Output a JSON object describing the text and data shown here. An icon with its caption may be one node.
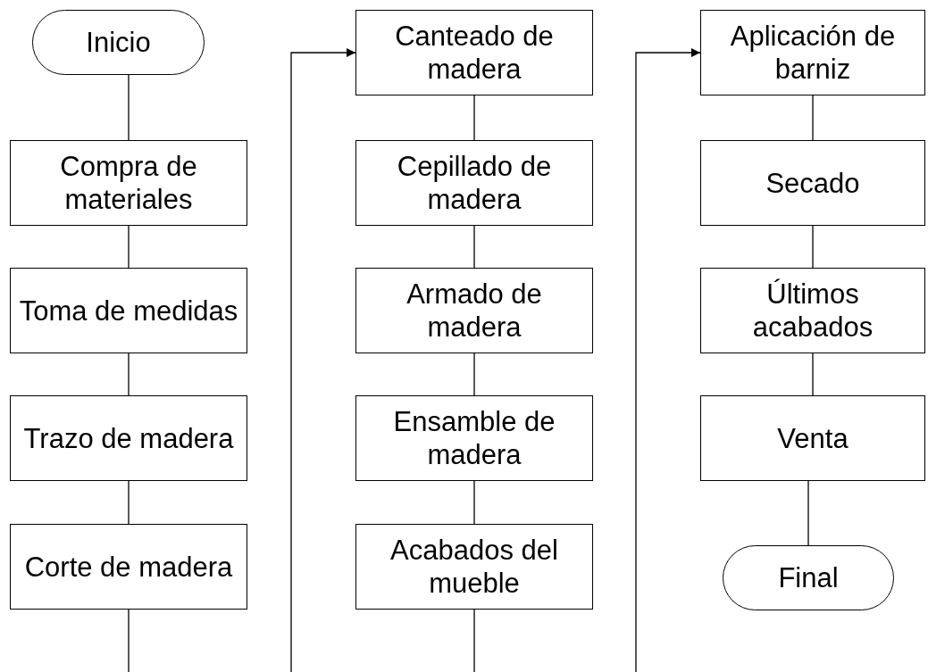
{
  "diagram": {
    "nodes": [
      {
        "text": [
          "Inicio"
        ]
      },
      {
        "text": [
          "Compra de materiales"
        ]
      },
      {
        "text": [
          "Toma de medidas"
        ]
      },
      {
        "text": [
          "Trazo de madera"
        ]
      },
      {
        "text": [
          "Corte de madera"
        ]
      },
      {
        "text": [
          "Canteado de madera"
        ]
      },
      {
        "text": [
          "Cepillado de madera"
        ]
      },
      {
        "text": [
          "Armado de madera"
        ]
      },
      {
        "text": [
          "Ensamble de madera"
        ]
      },
      {
        "text": [
          "Acabados del mueble"
        ]
      },
      {
        "text": [
          "Aplicación de barniz"
        ]
      },
      {
        "text": [
          "Secado"
        ]
      },
      {
        "text": [
          "Últimos acabados"
        ]
      },
      {
        "text": [
          "Venta"
        ]
      },
      {
        "text": [
          "Final"
        ]
      }
    ],
    "edges": [
      {
        "from": 0,
        "to": 1,
        "arrow": "none"
      },
      {
        "from": 1,
        "to": 2,
        "arrow": "none"
      },
      {
        "from": 2,
        "to": 3,
        "arrow": "none"
      },
      {
        "from": 3,
        "to": 4,
        "arrow": "none"
      },
      {
        "from": 4,
        "to": 5,
        "arrow": "to"
      },
      {
        "from": 5,
        "to": 6,
        "arrow": "none"
      },
      {
        "from": 6,
        "to": 7,
        "arrow": "none"
      },
      {
        "from": 7,
        "to": 8,
        "arrow": "none"
      },
      {
        "from": 8,
        "to": 9,
        "arrow": "none"
      },
      {
        "from": 9,
        "to": 10,
        "arrow": "to"
      },
      {
        "from": 10,
        "to": 11,
        "arrow": "none"
      },
      {
        "from": 11,
        "to": 12,
        "arrow": "none"
      },
      {
        "from": 12,
        "to": 13,
        "arrow": "none"
      },
      {
        "from": 13,
        "to": 14,
        "arrow": "none"
      }
    ]
  }
}
